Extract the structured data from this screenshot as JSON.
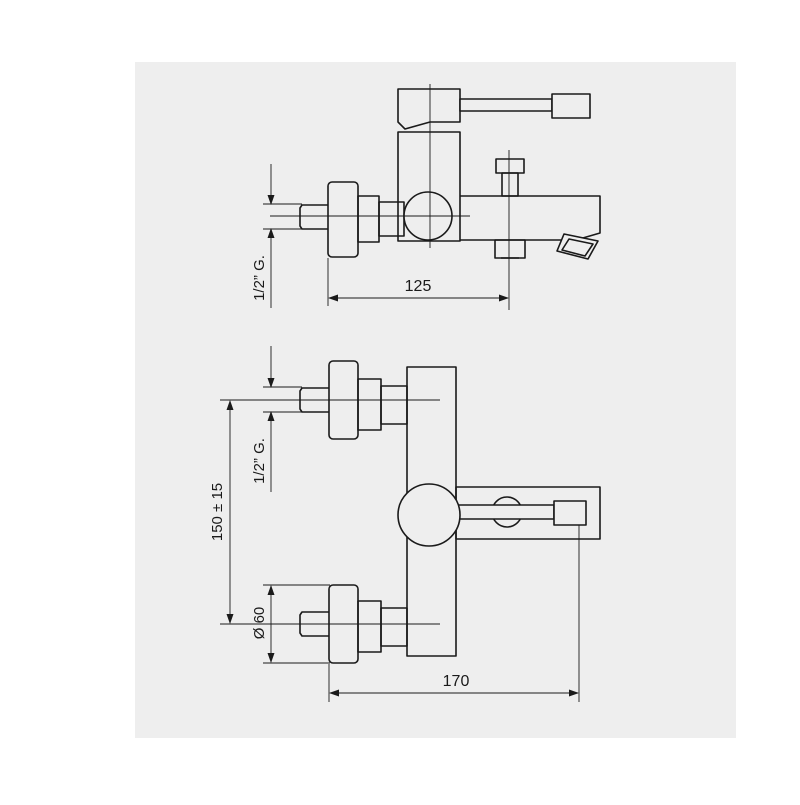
{
  "colors": {
    "page_background": "#ffffff",
    "panel_background": "#eeeeee",
    "line": "#1a1a1a"
  },
  "top_view": {
    "dim_thread": "1/2” G.",
    "dim_width": "125"
  },
  "front_view": {
    "dim_thread": "1/2” G.",
    "dim_centers": "150 ± 15",
    "dim_diameter": "Ø 60",
    "dim_width": "170"
  }
}
